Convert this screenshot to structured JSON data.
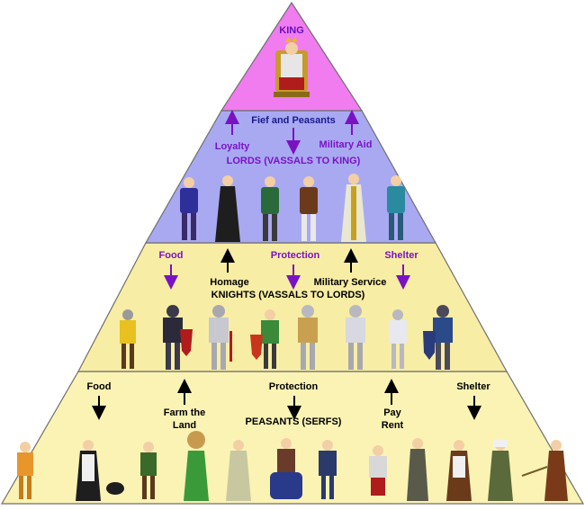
{
  "tiers": {
    "king": {
      "title": "KING"
    },
    "lords": {
      "title": "LORDS (VASSALS TO KING)",
      "center_label": "Fief and Peasants",
      "left_label": "Loyalty",
      "right_label": "Military Aid"
    },
    "knights": {
      "title": "KNIGHTS (VASSALS TO LORDS)",
      "labels": {
        "food": "Food",
        "protection": "Protection",
        "shelter": "Shelter",
        "homage": "Homage",
        "military_service": "Military Service"
      }
    },
    "peasants": {
      "title": "PEASANTS (SERFS)",
      "labels": {
        "food": "Food",
        "protection": "Protection",
        "shelter": "Shelter",
        "farm_line1": "Farm the",
        "farm_line2": "Land",
        "pay_line1": "Pay",
        "pay_line2": "Rent"
      }
    }
  },
  "colors": {
    "king_fill": "#f07cf0",
    "lords_fill": "#a9a9f2",
    "knights_fill": "#f8eda4",
    "peasants_fill": "#fbf3b4",
    "outline": "#6f6f6f",
    "purple_text": "#7a12c4",
    "navy_text": "#1a1a8c",
    "black_text": "#000000"
  }
}
